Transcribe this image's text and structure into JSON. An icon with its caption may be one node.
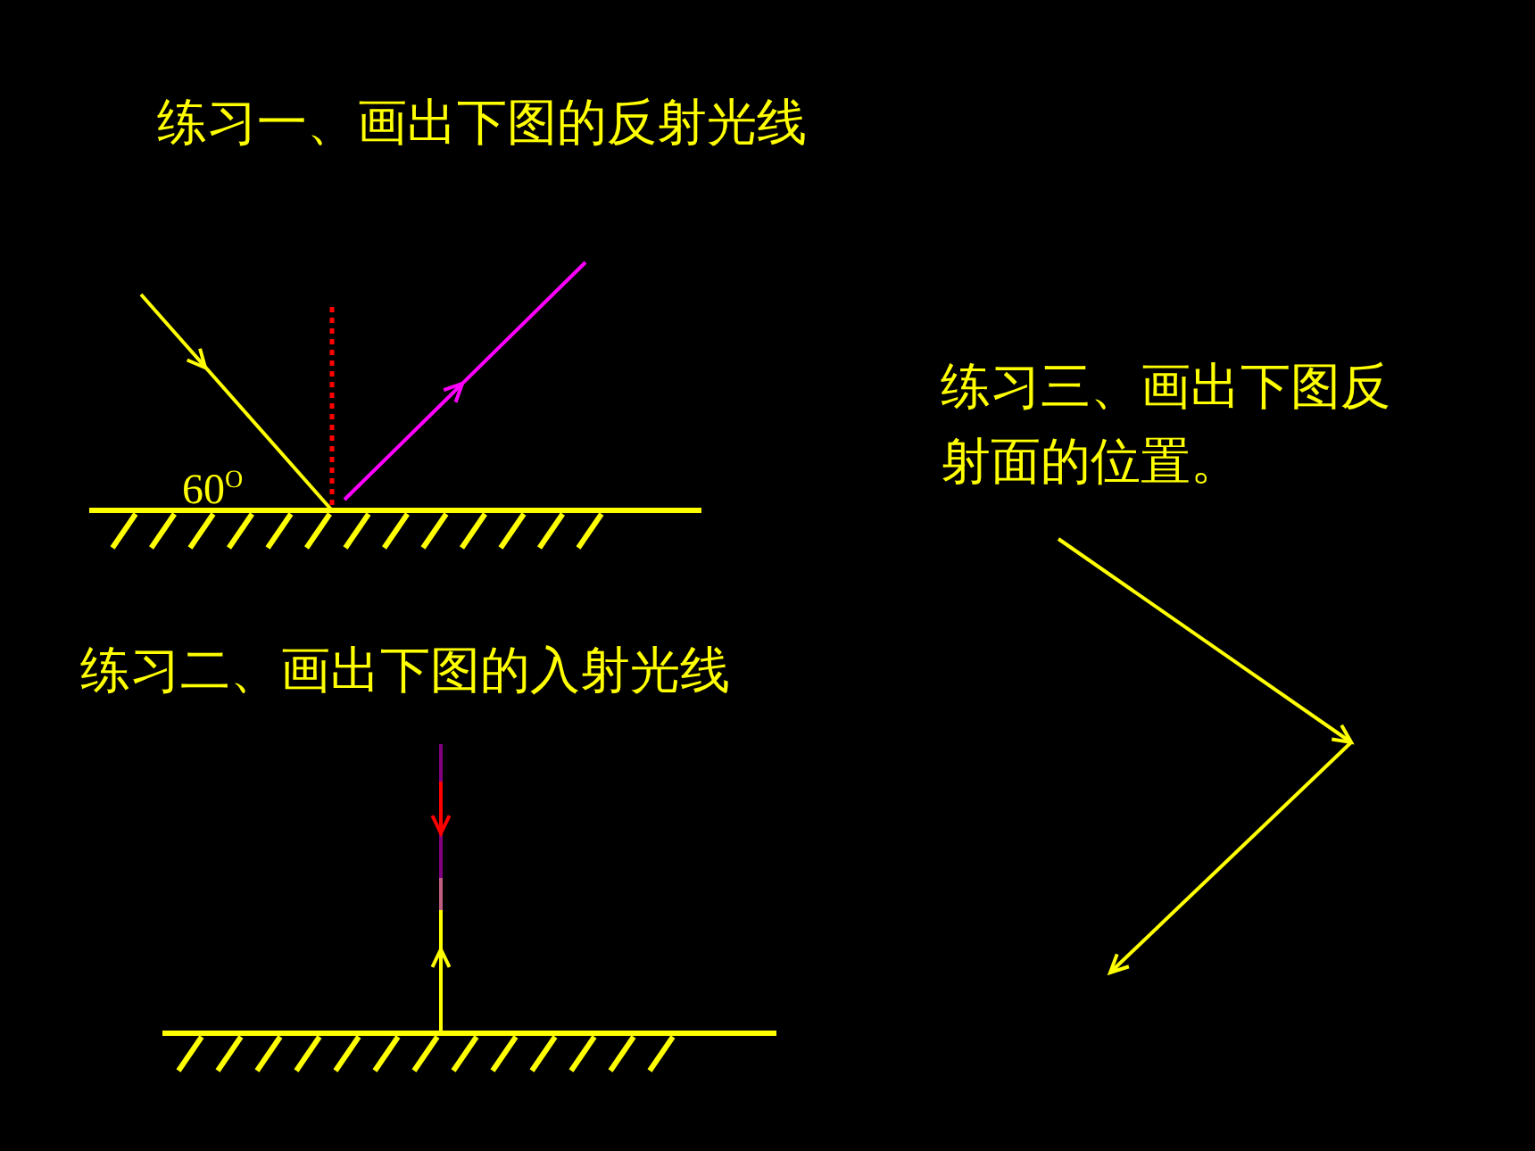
{
  "diagram": {
    "labels": [
      "练习一、画出下图的反射光线",
      "60$^{O}$",
      "练习二、画出下图的入射光线",
      "练习三、画出下图反射面的位置。"
    ]
  }
}
